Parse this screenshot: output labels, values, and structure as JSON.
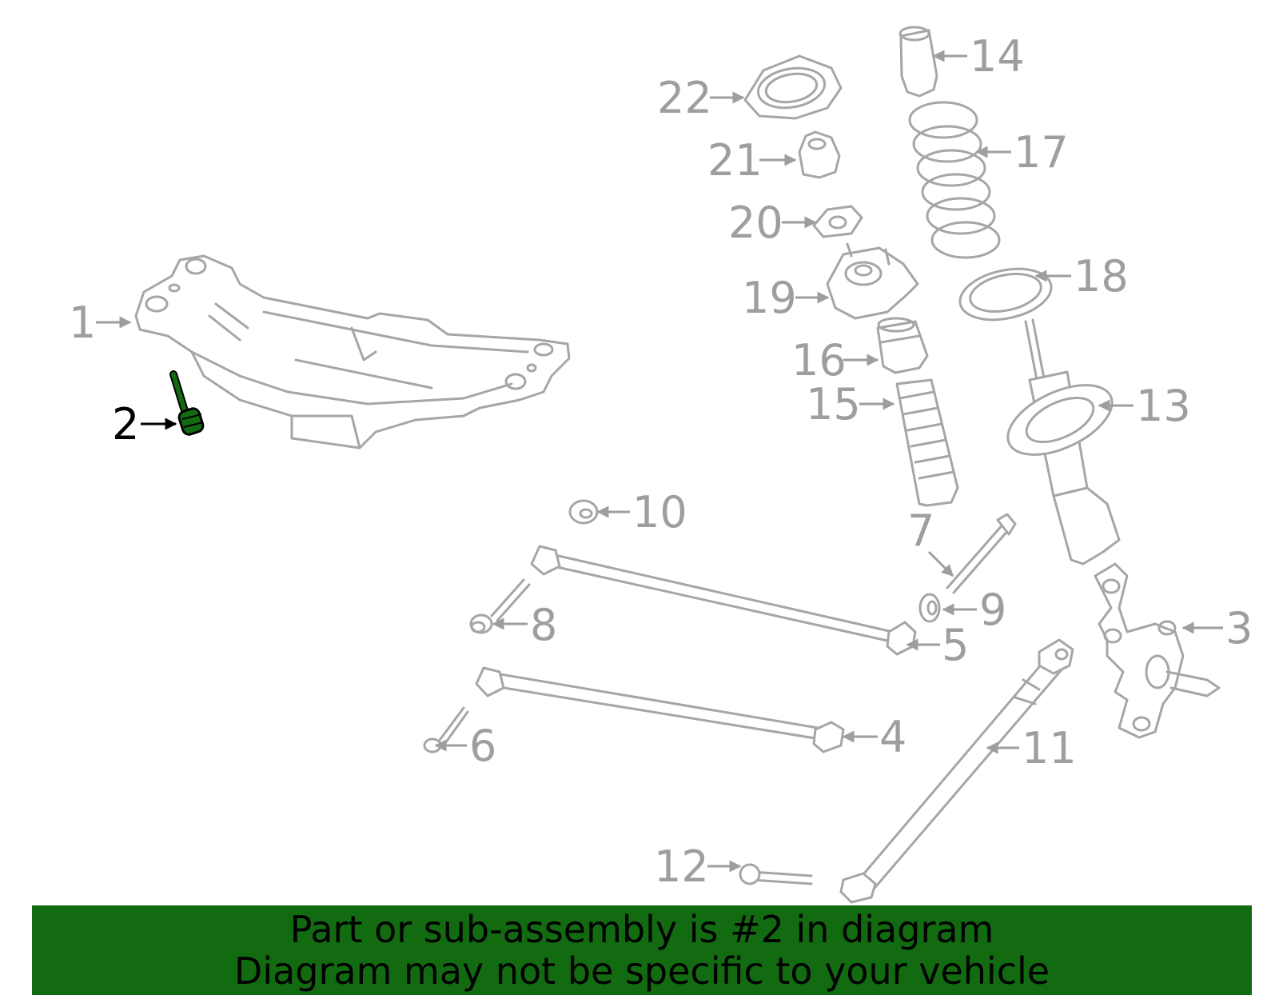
{
  "colors": {
    "highlight": "#136b11",
    "part_stroke": "#a6a6a6",
    "banner_bg": "#136b11",
    "banner_text": "#000000",
    "highlight_label": "#000000",
    "other_label": "#9e9e9e"
  },
  "highlighted_part": "2",
  "callouts": [
    {
      "id": "1",
      "label": "1"
    },
    {
      "id": "2",
      "label": "2"
    },
    {
      "id": "3",
      "label": "3"
    },
    {
      "id": "4",
      "label": "4"
    },
    {
      "id": "5",
      "label": "5"
    },
    {
      "id": "6",
      "label": "6"
    },
    {
      "id": "7",
      "label": "7"
    },
    {
      "id": "8",
      "label": "8"
    },
    {
      "id": "9",
      "label": "9"
    },
    {
      "id": "10",
      "label": "10"
    },
    {
      "id": "11",
      "label": "11"
    },
    {
      "id": "12",
      "label": "12"
    },
    {
      "id": "13",
      "label": "13"
    },
    {
      "id": "14",
      "label": "14"
    },
    {
      "id": "15",
      "label": "15"
    },
    {
      "id": "16",
      "label": "16"
    },
    {
      "id": "17",
      "label": "17"
    },
    {
      "id": "18",
      "label": "18"
    },
    {
      "id": "19",
      "label": "19"
    },
    {
      "id": "20",
      "label": "20"
    },
    {
      "id": "21",
      "label": "21"
    },
    {
      "id": "22",
      "label": "22"
    }
  ],
  "banner": {
    "line1": "Part or sub-assembly is #2 in diagram",
    "line2": "Diagram may not be specific to your vehicle"
  }
}
